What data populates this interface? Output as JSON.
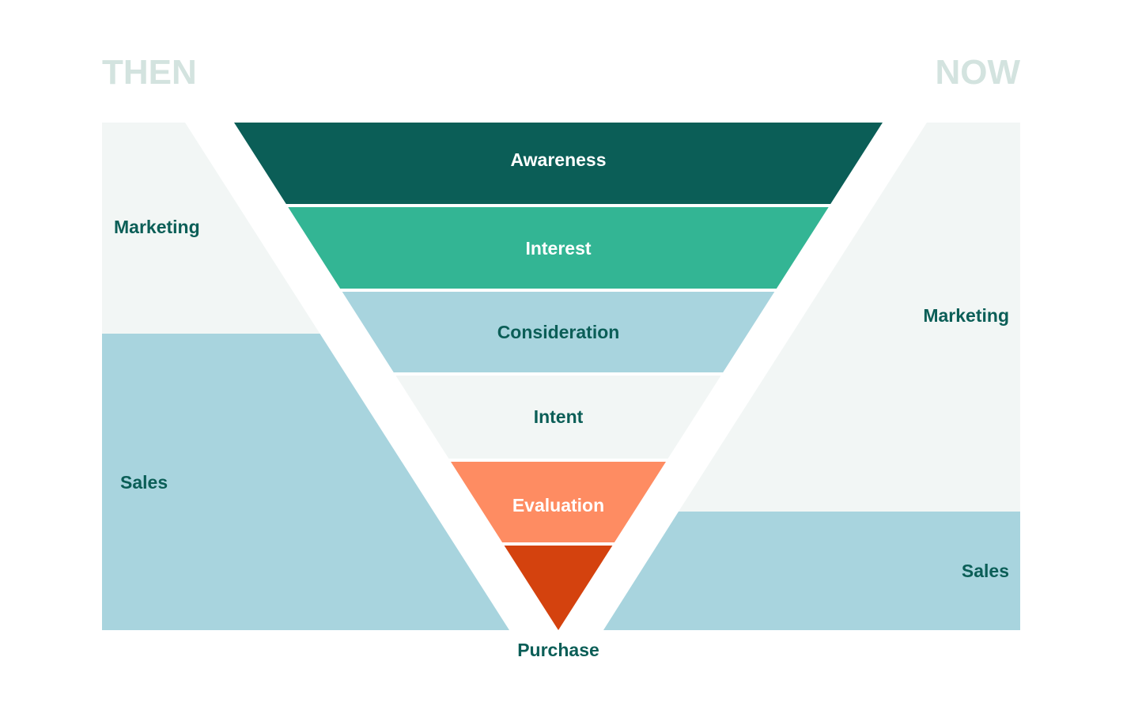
{
  "headings": {
    "then": "THEN",
    "now": "NOW"
  },
  "then_panel": {
    "marketing": "Marketing",
    "sales": "Sales"
  },
  "now_panel": {
    "marketing": "Marketing",
    "sales": "Sales"
  },
  "stages": [
    {
      "label": "Awareness",
      "color": "#0b5e57",
      "text_color": "#ffffff"
    },
    {
      "label": "Interest",
      "color": "#33b594",
      "text_color": "#ffffff"
    },
    {
      "label": "Consideration",
      "color": "#a8d4de",
      "text_color": "#0b5e57"
    },
    {
      "label": "Intent",
      "color": "#f2f6f5",
      "text_color": "#0b5e57"
    },
    {
      "label": "Evaluation",
      "color": "#fe8c62",
      "text_color": "#ffffff"
    },
    {
      "label": "Purchase",
      "color": "#d4420e",
      "text_color": "#0b5e57"
    }
  ],
  "colors": {
    "text": "#0b5e57",
    "marketing_bg": "#f2f6f5",
    "sales_bg": "#a8d4de",
    "heading": "#d3e3df"
  }
}
